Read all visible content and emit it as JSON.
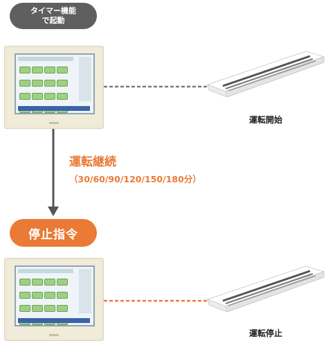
{
  "timer_pill": {
    "line1": "タイマー機能",
    "line2": "で起動"
  },
  "status": {
    "start": "運転開始",
    "stop": "運転停止"
  },
  "continue": {
    "title": "運転継続",
    "durations": "（30/60/90/120/150/180分）"
  },
  "stop_command": "停止指令",
  "colors": {
    "orange": "#ea7a35",
    "dark_pill": "#5f5f5f",
    "arrow": "#555555",
    "dash_grey": "#7a7a7a"
  }
}
